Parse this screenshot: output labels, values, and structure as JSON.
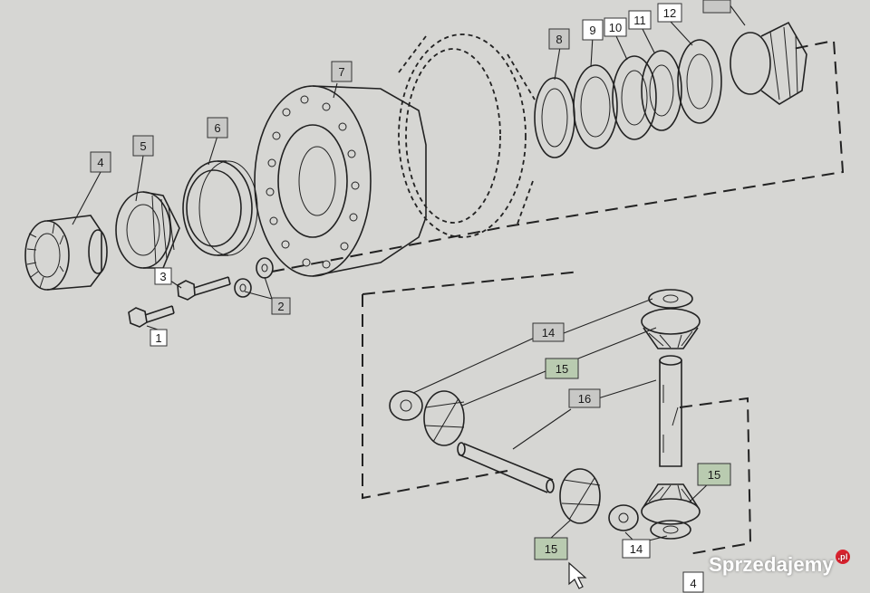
{
  "callouts": [
    {
      "id": "c1",
      "label": "1"
    },
    {
      "id": "c2",
      "label": "2"
    },
    {
      "id": "c3",
      "label": "3"
    },
    {
      "id": "c4",
      "label": "4"
    },
    {
      "id": "c4b",
      "label": "4"
    },
    {
      "id": "c5",
      "label": "5"
    },
    {
      "id": "c6",
      "label": "6"
    },
    {
      "id": "c7",
      "label": "7"
    },
    {
      "id": "c8",
      "label": "8"
    },
    {
      "id": "c9",
      "label": "9"
    },
    {
      "id": "c10",
      "label": "10"
    },
    {
      "id": "c11",
      "label": "11"
    },
    {
      "id": "c12",
      "label": "12"
    },
    {
      "id": "c14a",
      "label": "14"
    },
    {
      "id": "c14b",
      "label": "14"
    },
    {
      "id": "c15a",
      "label": "15"
    },
    {
      "id": "c15b",
      "label": "15"
    },
    {
      "id": "c15c",
      "label": "15"
    },
    {
      "id": "c16",
      "label": "16"
    }
  ],
  "colors": {
    "background": "#d6d6d3",
    "label_plain": "#ffffff",
    "label_gray": "#c8c8c6",
    "label_green": "#b9cbb0",
    "line": "#222222",
    "brand_red": "#d9232f"
  },
  "watermark": {
    "text": "Sprzedajemy",
    "suffix": ".pl"
  }
}
